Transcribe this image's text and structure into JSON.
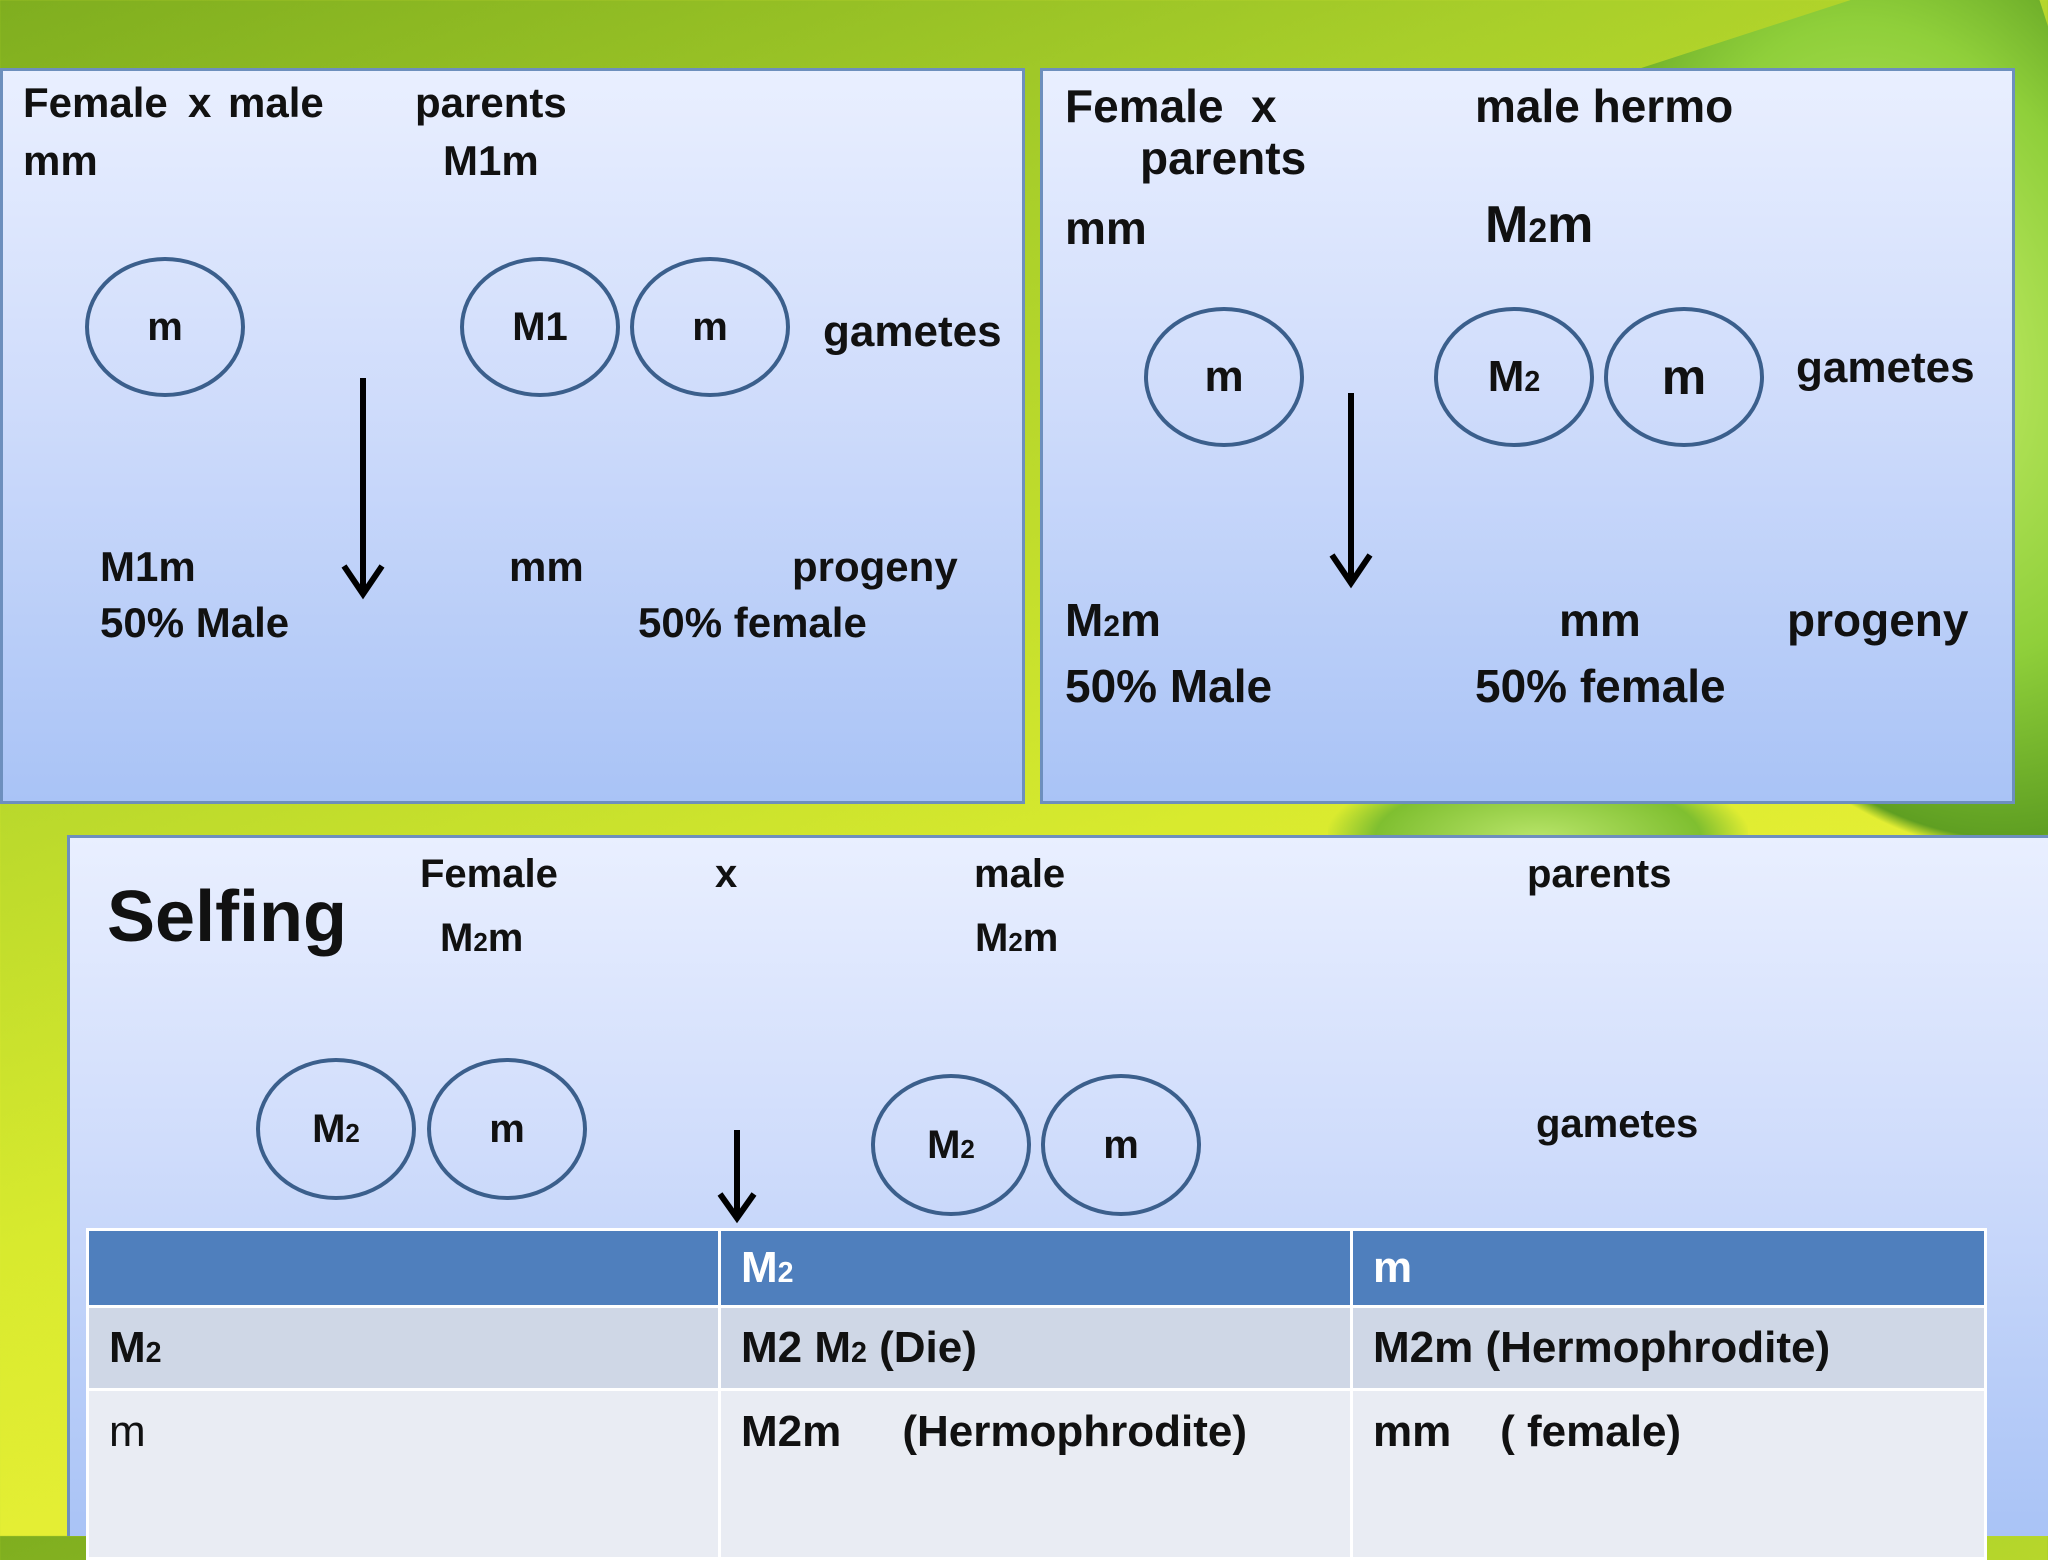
{
  "panel1": {
    "female": "Female",
    "x": "x",
    "male": "male",
    "parents": "parents",
    "female_genotype": "mm",
    "male_genotype": "M1m",
    "gamete_female": "m",
    "gamete_male_1": "M1",
    "gamete_male_2": "m",
    "gametes": "gametes",
    "progeny_1_genotype": "M1m",
    "progeny_1_label": "50% Male",
    "progeny_2_genotype": "mm",
    "progeny": "progeny",
    "progeny_2_label": "50% female"
  },
  "panel2": {
    "female": "Female",
    "x": "x",
    "male": "male hermo",
    "parents": "parents",
    "female_genotype": "mm",
    "male_genotype_base": "M",
    "male_genotype_sub": "2",
    "male_genotype_tail": "m",
    "gamete_female": "m",
    "gamete_male_1_base": "M",
    "gamete_male_1_sub": "2",
    "gamete_male_2": "m",
    "gametes": "gametes",
    "progeny_1_base": "M",
    "progeny_1_sub": "2",
    "progeny_1_tail": "m",
    "progeny_2_genotype": "mm",
    "progeny": "progeny",
    "progeny_1_label": "50% Male",
    "progeny_2_label": "50% female"
  },
  "panel3": {
    "title": "Selfing",
    "female": "Female",
    "x": "x",
    "male": "male",
    "parents": "parents",
    "female_g_base": "M",
    "female_g_sub": "2",
    "female_g_tail": "m",
    "male_g_base": "M",
    "male_g_sub": "2",
    "male_g_tail": "m",
    "gamete_a1_base": "M",
    "gamete_a1_sub": "2",
    "gamete_a2": "m",
    "gamete_b1_base": "M",
    "gamete_b1_sub": "2",
    "gamete_b2": "m",
    "gametes": "gametes",
    "table": {
      "header": [
        "",
        "M",
        "m"
      ],
      "header_sub": [
        "",
        "2",
        ""
      ],
      "row1_label_base": "M",
      "row1_label_sub": "2",
      "row1_c1_a": "M2 M",
      "row1_c1_sub": "2",
      "row1_c1_b": " (Die)",
      "row1_c2": "M2m (Hermophrodite)",
      "row2_label": "m",
      "row2_c1": "M2m     (Hermophrodite)",
      "row2_c2": "mm    ( female)"
    }
  }
}
